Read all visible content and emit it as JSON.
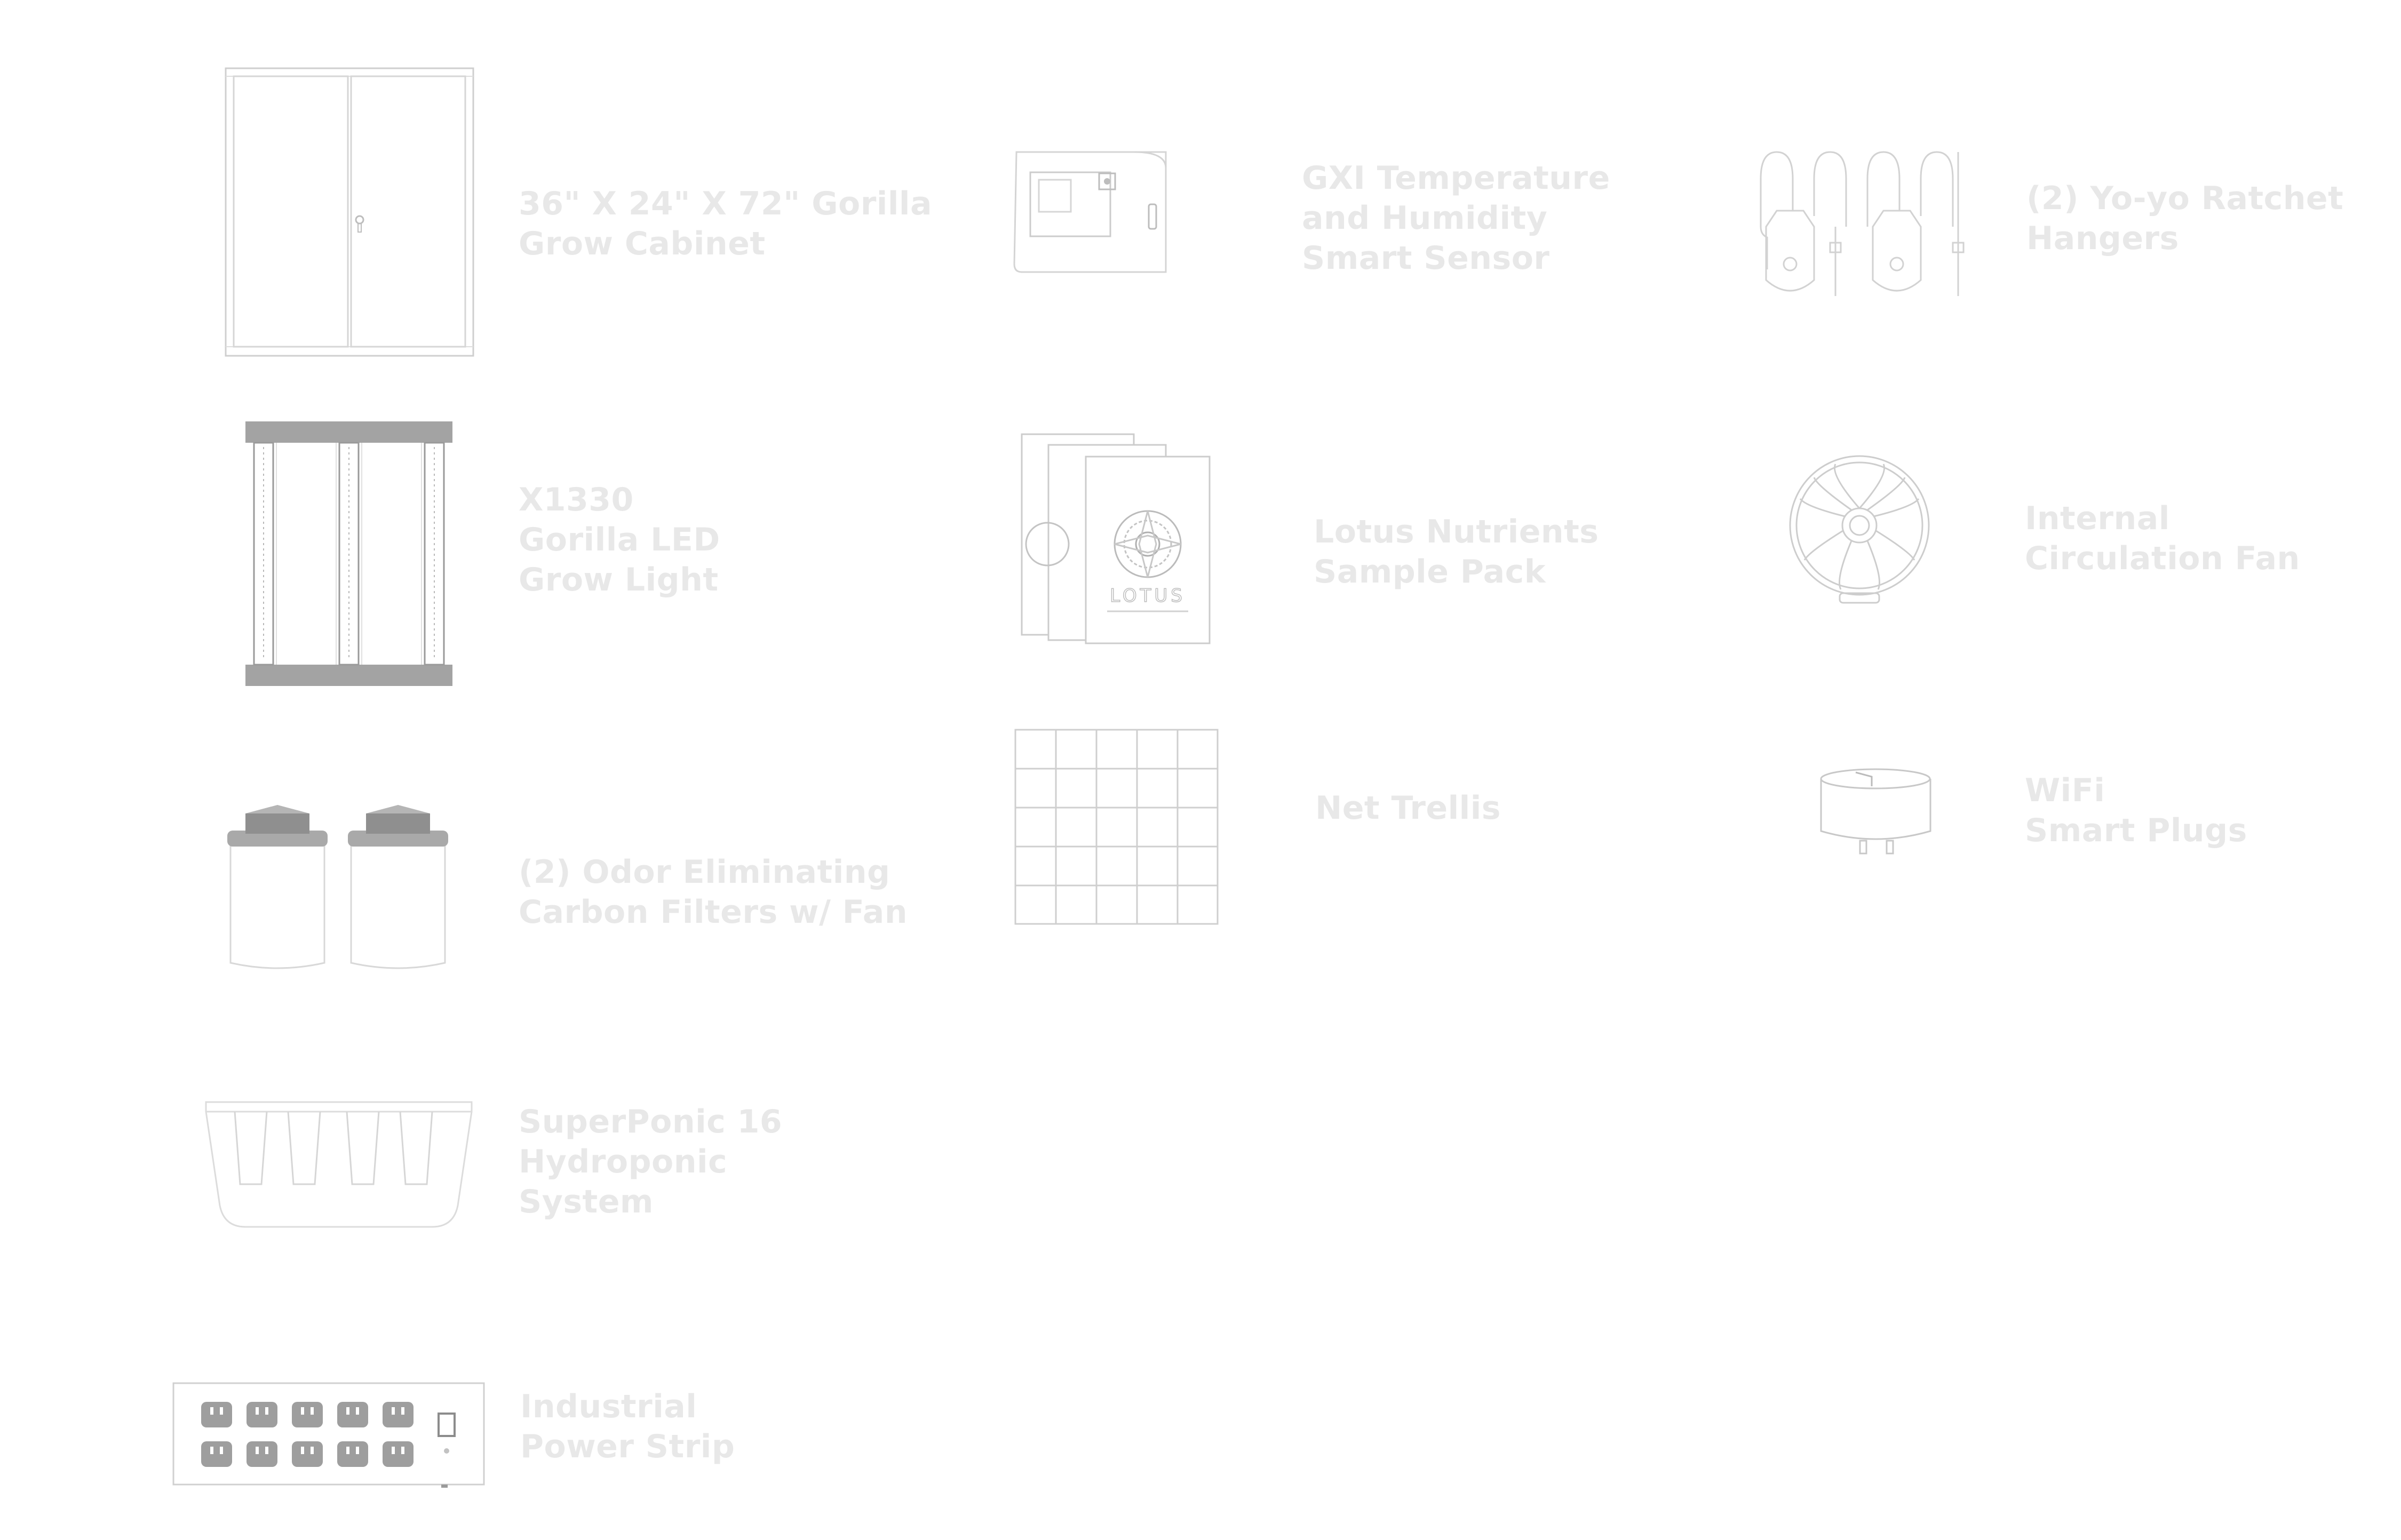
{
  "colors": {
    "background": "#ffffff",
    "label_text": "#e8e8e8",
    "line_art": "#c9c9c9",
    "dark_fill": "#8f8f8f"
  },
  "items": [
    {
      "name": "grow-cabinet",
      "icon": "cabinet-icon",
      "lines": [
        "36\" X 24\" X 72\" Gorilla",
        "Grow Cabinet"
      ]
    },
    {
      "name": "grow-light",
      "icon": "led-light-icon",
      "lines": [
        "X1330",
        "Gorilla LED",
        "Grow Light"
      ]
    },
    {
      "name": "carbon-filters",
      "icon": "carbon-filter-icon",
      "lines": [
        "(2) Odor Eliminating",
        "Carbon Filters w/ Fan"
      ]
    },
    {
      "name": "hydroponic-system",
      "icon": "hydroponic-tub-icon",
      "lines": [
        "SuperPonic 16",
        "Hydroponic",
        "System"
      ]
    },
    {
      "name": "power-strip",
      "icon": "power-strip-icon",
      "lines": [
        "Industrial",
        "Power Strip"
      ]
    },
    {
      "name": "smart-sensor",
      "icon": "sensor-icon",
      "lines": [
        "GXI Temperature",
        "and Humidity",
        "Smart Sensor"
      ]
    },
    {
      "name": "nutrients-pack",
      "icon": "nutrient-bags-icon",
      "brand": "LOTUS",
      "lines": [
        "Lotus Nutrients",
        "Sample Pack"
      ]
    },
    {
      "name": "net-trellis",
      "icon": "trellis-icon",
      "lines": [
        "Net Trellis"
      ]
    },
    {
      "name": "ratchet-hangers",
      "icon": "ratchet-hanger-icon",
      "lines": [
        "(2) Yo-yo Ratchet",
        "Hangers"
      ]
    },
    {
      "name": "circulation-fan",
      "icon": "fan-icon",
      "lines": [
        "Internal",
        "Circulation Fan"
      ]
    },
    {
      "name": "smart-plugs",
      "icon": "smart-plug-icon",
      "lines": [
        "WiFi",
        "Smart Plugs"
      ]
    }
  ]
}
